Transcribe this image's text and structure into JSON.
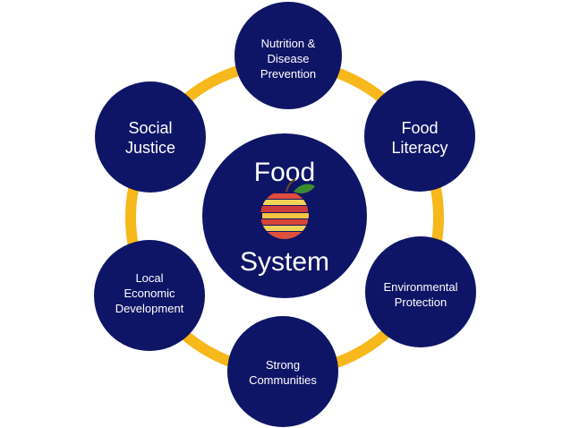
{
  "colors": {
    "node_fill": "#0f1566",
    "ring": "#f6b81a",
    "text": "#ffffff",
    "background": "#ffffff"
  },
  "center": {
    "title_top": "Food",
    "title_bottom": "System",
    "icon": "sliced-apple-icon"
  },
  "nodes": [
    {
      "lines": [
        "Nutrition &",
        "Disease",
        "Prevention"
      ]
    },
    {
      "lines": [
        "Food",
        "Literacy"
      ]
    },
    {
      "lines": [
        "Environmental",
        "Protection"
      ]
    },
    {
      "lines": [
        "Strong",
        "Communities"
      ]
    },
    {
      "lines": [
        "Local",
        "Economic",
        "Development"
      ]
    },
    {
      "lines": [
        "Social",
        "Justice"
      ]
    }
  ]
}
